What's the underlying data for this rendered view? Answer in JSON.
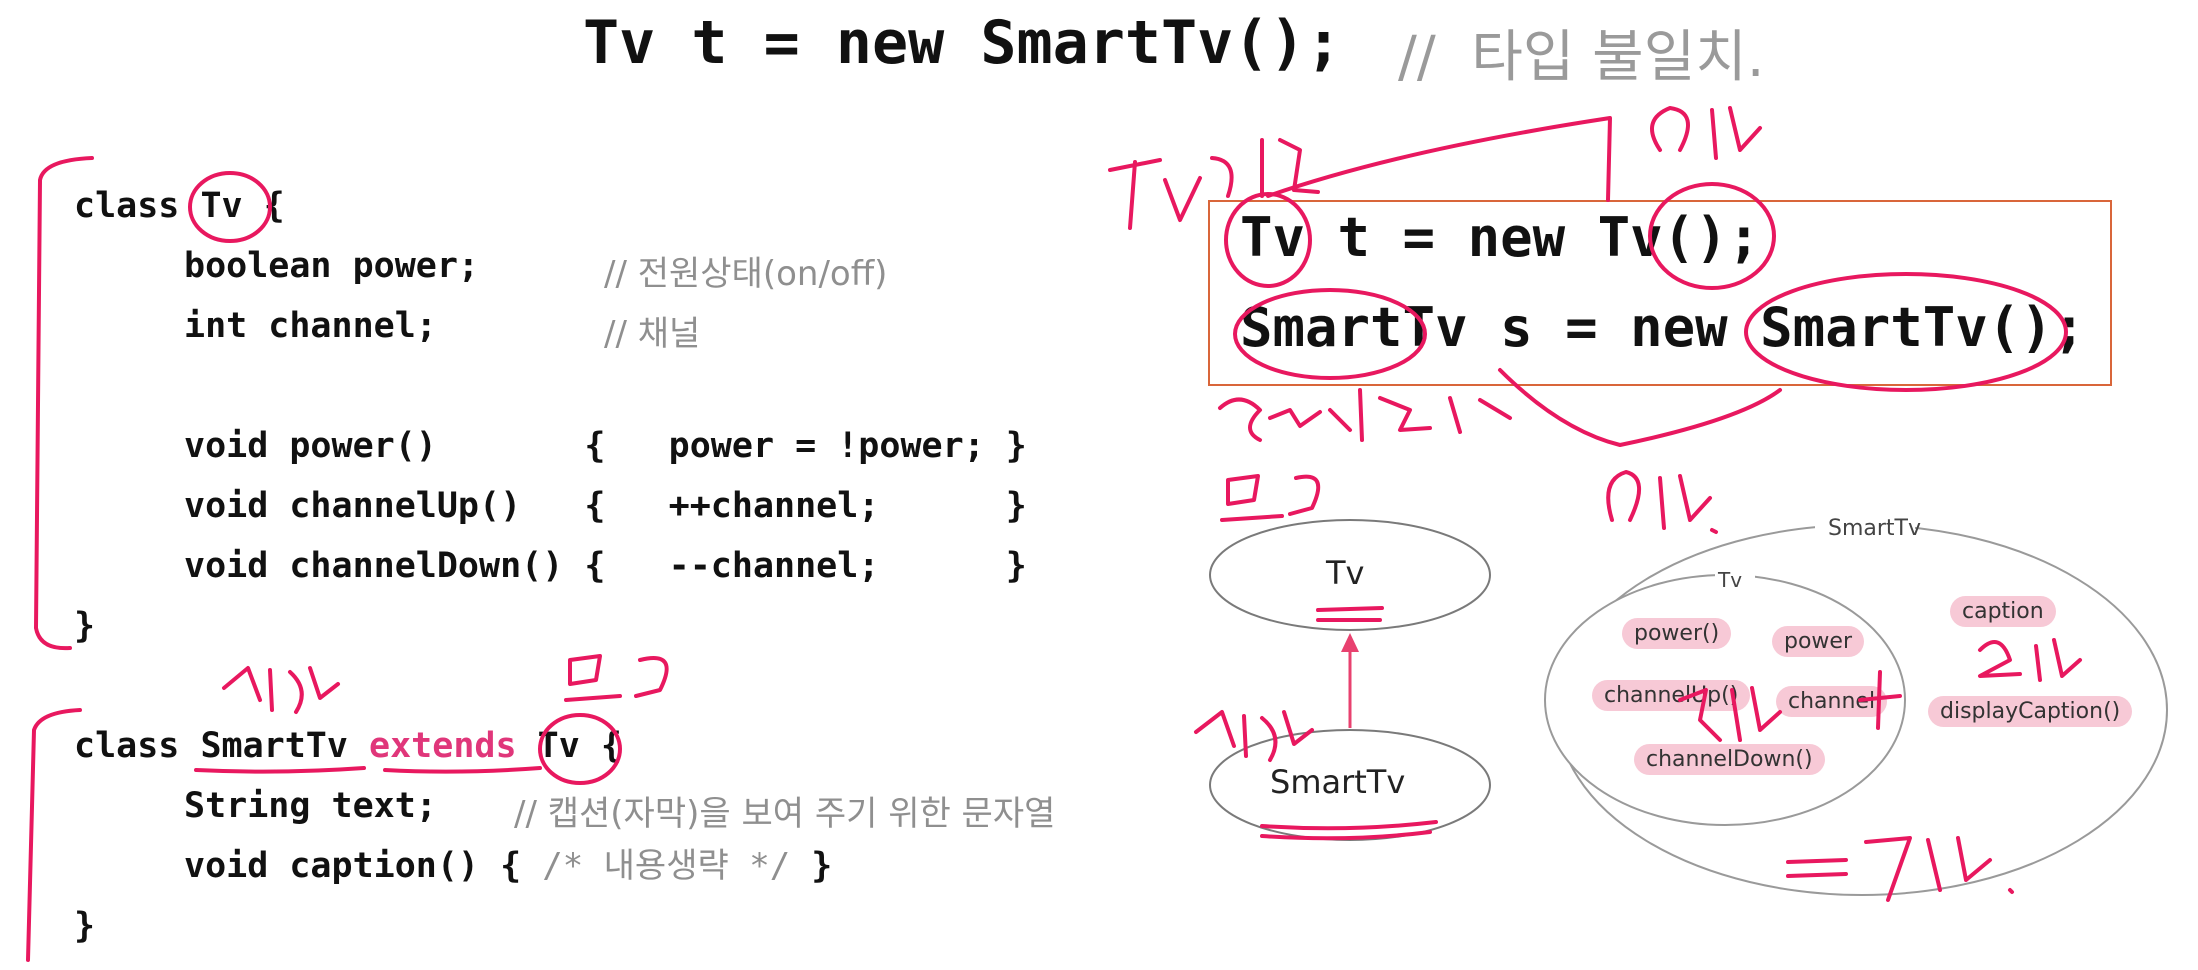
{
  "title": {
    "code": "Tv t = new SmartTv();",
    "comment": "//  타입 불일치."
  },
  "tv_class": {
    "header_prefix": "class ",
    "header_name": "Tv",
    "header_suffix": " {",
    "lines": [
      {
        "code": "boolean power;",
        "comment": "// 전원상태(on/off)"
      },
      {
        "code": "int channel;",
        "comment": "// 채널"
      },
      {
        "code": "void power()       {   power = !power; }"
      },
      {
        "code": "void channelUp()   {   ++channel;      }"
      },
      {
        "code": "void channelDown() {   --channel;      }"
      }
    ],
    "close": "}"
  },
  "smarttv_class": {
    "header_prefix": "class ",
    "header_name": "SmartTv",
    "extends": "extends",
    "parent": "Tv",
    "header_suffix": " {",
    "lines": [
      {
        "code": "String text;",
        "comment": "// 캡션(자막)을 보여 주기 위한 문자열"
      },
      {
        "code": "void caption() { ",
        "comment": "/* 내용생략 */",
        "tail": " }"
      }
    ],
    "close": "}"
  },
  "boxed_code": {
    "line1": "Tv t = new Tv();",
    "line2": "SmartTv s = new SmartTv();"
  },
  "hierarchy": {
    "parent": "Tv",
    "child": "SmartTv"
  },
  "member_diagram": {
    "outer_label": "SmartTv",
    "inner_label": "Tv",
    "tv_members": [
      "power()",
      "power",
      "channelUp()",
      "channel",
      "channelDown()"
    ],
    "smarttv_members": [
      "caption",
      "displayCaption()"
    ]
  },
  "colors": {
    "handwriting": "#e8185f",
    "box_border": "#d9663a",
    "extends_keyword": "#e0367a",
    "member_pill": "#f7c9d6"
  }
}
